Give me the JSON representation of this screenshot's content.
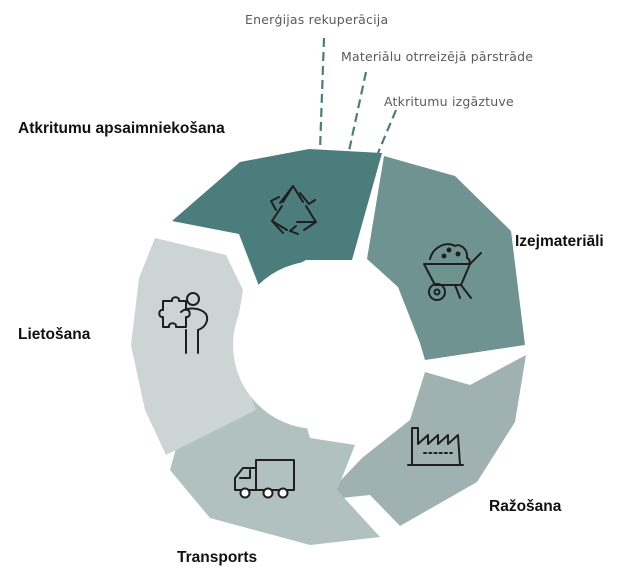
{
  "stages": [
    {
      "id": "waste",
      "label": "Atkritumu apsaimniekošana",
      "icon": "recycle-icon",
      "color": "#4b7d7c"
    },
    {
      "id": "raw",
      "label": "Izejmateriāli",
      "icon": "wheelbarrow-icon",
      "color": "#6f9391"
    },
    {
      "id": "prod",
      "label": "Ražošana",
      "icon": "factory-icon",
      "color": "#9fb2b1"
    },
    {
      "id": "transport",
      "label": "Transports",
      "icon": "truck-icon",
      "color": "#b1c1c0"
    },
    {
      "id": "use",
      "label": "Lietošana",
      "icon": "person-puzzle-icon",
      "color": "#ccd4d4"
    }
  ],
  "waste_outputs": [
    {
      "label": "Enerģijas rekuperācija"
    },
    {
      "label": "Materiālu otrreizējā pārstrāde"
    },
    {
      "label": "Atkritumu izgāztuve"
    }
  ],
  "colors": {
    "leader_line": "#4b7d7c",
    "label_text": "#111111",
    "note_text": "#5a5a5a",
    "icon_stroke": "#1f1f1f"
  }
}
